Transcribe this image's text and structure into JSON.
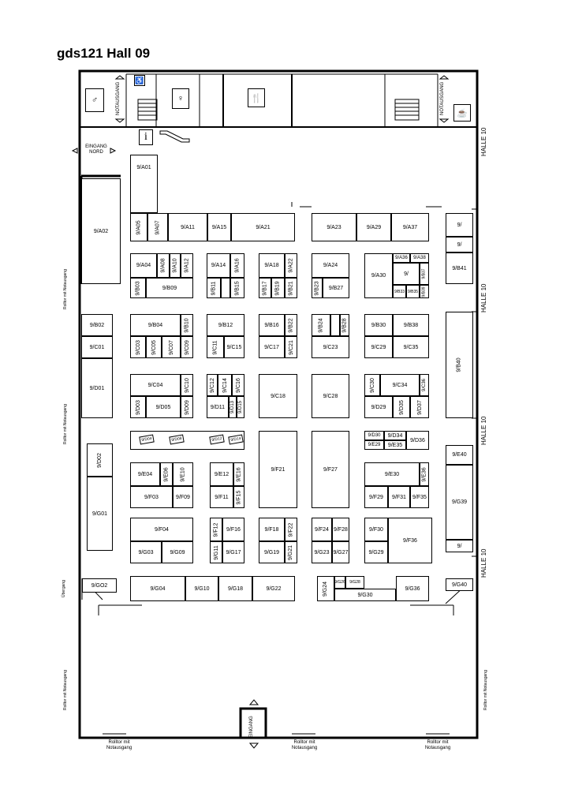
{
  "title": "gds121 Hall 09",
  "labels": {
    "notausgang": "NOTAUSGANG",
    "eingang_nord": "EINGANG\nNORD",
    "eingang": "EINGANG",
    "halle_10": "HALLE 10",
    "rolltor": "Rolltor mit\nNotausgang",
    "rolltor_vert": "Rolltor mit Notausgang",
    "uebergang": "Übergang",
    "info": "i"
  },
  "booths": {
    "a01": "9/A01",
    "a02": "9/A02",
    "a05": "9/A05",
    "a07": "9/A07",
    "a11": "9/A11",
    "a15": "9/A15",
    "a21": "9/A21",
    "a23": "9/A23",
    "a29": "9/A29",
    "a37": "9/A37",
    "a_right": "9/",
    "a04": "9/A04",
    "a08": "9/A08",
    "a10": "9/A10",
    "a12": "9/A12",
    "a14": "9/A14",
    "a16": "9/A16",
    "a18": "9/A18",
    "a22": "9/A22",
    "a24": "9/A24",
    "a30": "9/A30",
    "a36": "9/A36",
    "a38": "9/A38",
    "b_small": "9/",
    "b37": "9/B37",
    "b33": "9/B33",
    "b35": "9/B35",
    "b39": "9/B39",
    "b41": "9/B41",
    "b03": "9/B03",
    "b09": "9/B09",
    "b11": "9/B11",
    "b15": "9/B15",
    "b17": "9/B17",
    "b19": "9/B19",
    "b21": "9/B21",
    "b23": "9/B23",
    "b27": "9/B27",
    "b02": "9/B02",
    "b04": "9/B04",
    "b10": "9/B10",
    "b12": "9/B12",
    "b16": "9/B16",
    "b22": "9/B22",
    "b24": "9/B24",
    "b28": "9/B28",
    "b30": "9/B30",
    "b38": "9/B38",
    "b40": "9/B40",
    "c01": "9/C01",
    "c03": "9/C03",
    "c05": "9/C05",
    "c07": "9/C07",
    "c09": "9/C09",
    "c11": "9/C11",
    "c15": "9/C15",
    "c17": "9/C17",
    "c21": "9/C21",
    "c23": "9/C23",
    "c29": "9/C29",
    "c35": "9/C35",
    "d01": "9/D01",
    "c04": "9/C04",
    "c10": "9/C10",
    "c12": "9/C12",
    "c14": "9/C14",
    "c16": "9/C16",
    "c18": "9/C18",
    "c28": "9/C28",
    "c30": "9/C30",
    "c34": "9/C34",
    "c36": "9/C36",
    "d03": "9/D03",
    "d05": "9/D05",
    "d09": "9/D09",
    "d11": "9/D11",
    "d13": "9/D13",
    "d15": "9/D15",
    "d29": "9/D29",
    "d35": "9/D35",
    "d37": "9/D37",
    "d04": "9/D04",
    "d08": "9/D08",
    "d12": "9/D12",
    "d14": "9/D14",
    "d30": "9/D30",
    "d34": "9/D34",
    "e29": "9/E29",
    "e35": "9/E35",
    "d36": "9/D36",
    "d02": "9/D02",
    "e40": "9/E40",
    "e04": "9/E04",
    "e06": "9/E06",
    "e10": "9/E10",
    "e12": "9/E12",
    "e16": "9/E16",
    "f21": "9/F21",
    "f27": "9/F27",
    "e30": "9/E30",
    "e36": "9/E36",
    "g01": "9/G01",
    "f03": "9/F03",
    "f09": "9/F09",
    "f11": "9/F11",
    "f15": "9/F15",
    "f29": "9/F29",
    "f31": "9/F31",
    "f35": "9/F35",
    "g39": "9/G39",
    "f04": "9/F04",
    "f12": "9/F12",
    "f16": "9/F16",
    "f18": "9/F18",
    "f22": "9/F22",
    "f24": "9/F24",
    "f28": "9/F28",
    "f30": "9/F30",
    "f36": "9/F36",
    "g_small": "9/",
    "g03": "9/G03",
    "g09": "9/G09",
    "g11": "9/G11",
    "g17": "9/G17",
    "g19": "9/G19",
    "g21": "9/G21",
    "g23": "9/G23",
    "g27": "9/G27",
    "g29": "9/G29",
    "g02": "9/GO2",
    "g04": "9/G04",
    "g10": "9/G10",
    "g18": "9/G18",
    "g22": "9/G22",
    "g24": "9/G24",
    "g26": "9/G26",
    "g28": "9/G28",
    "g30": "9/G30",
    "g36": "9/G36",
    "g40": "9/G40"
  }
}
